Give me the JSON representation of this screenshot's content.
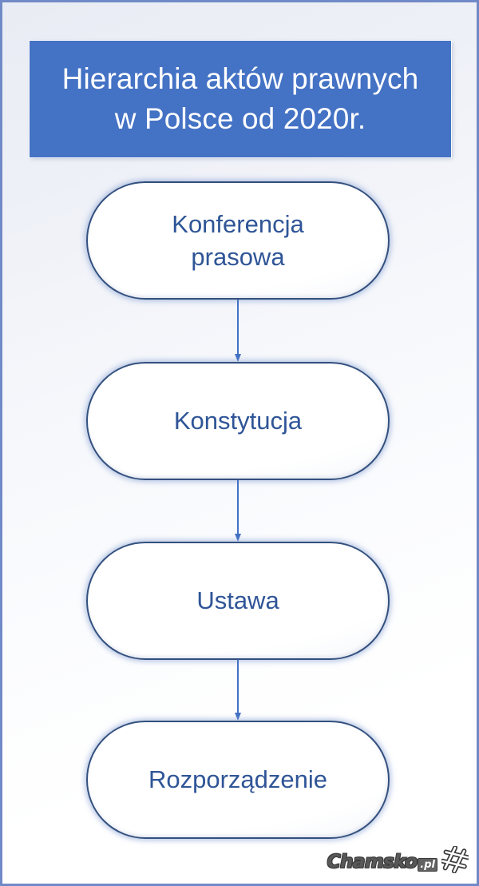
{
  "slide": {
    "title": {
      "text": "Hierarchia aktów prawnych\nw Polsce od 2020r.",
      "background_color": "#4472C4",
      "text_color": "#FFFFFF"
    },
    "nodes": [
      {
        "label": "Konferencja\nprasowa"
      },
      {
        "label": "Konstytucja"
      },
      {
        "label": "Ustawa"
      },
      {
        "label": "Rozporządzenie"
      }
    ],
    "connectors": [
      {
        "from": "Konferencja prasowa",
        "to": "Konstytucja",
        "icon": "down-arrow-icon"
      },
      {
        "from": "Konstytucja",
        "to": "Ustawa",
        "icon": "down-arrow-icon"
      },
      {
        "from": "Ustawa",
        "to": "Rozporządzenie",
        "icon": "down-arrow-icon"
      }
    ],
    "watermark": {
      "name": "Chamsko",
      "suffix": ".pl",
      "icon": "hash-grid-icon"
    },
    "colors": {
      "accent_blue": "#4472C4",
      "node_text_blue": "#2F5597",
      "node_border_blue": "#33507E",
      "frame_border": "#7089C7",
      "background_top": "#E9ECF4",
      "background_bottom": "#FFFFFF"
    }
  }
}
